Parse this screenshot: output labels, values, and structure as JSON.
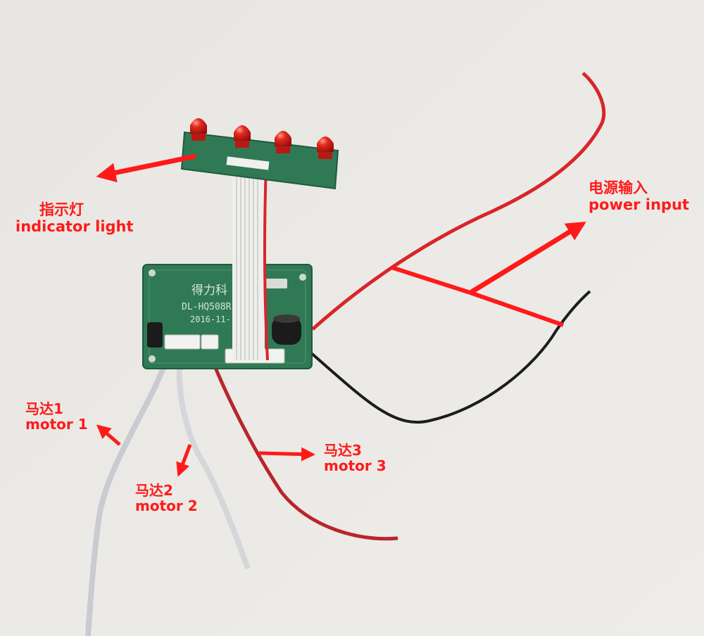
{
  "photo": {
    "board_silkscreen": {
      "brand": "得力科",
      "model": "DL-HQ508R",
      "date": "2016-11-"
    }
  },
  "annotations": {
    "indicator_light": {
      "zh": "指示灯",
      "en": "indicator light"
    },
    "power_input": {
      "zh": "电源输入",
      "en": "power input"
    },
    "motor_1": {
      "zh": "马达1",
      "en": "motor 1"
    },
    "motor_2": {
      "zh": "马达2",
      "en": "motor 2"
    },
    "motor_3": {
      "zh": "马达3",
      "en": "motor 3"
    }
  },
  "colors": {
    "background": "#ebe9e6",
    "pcb": "#2f7a55",
    "annotation": "#ff1a1a",
    "wire_red": "#d9252b",
    "wire_black": "#1c1c1c",
    "led_red": "#e3211f"
  }
}
